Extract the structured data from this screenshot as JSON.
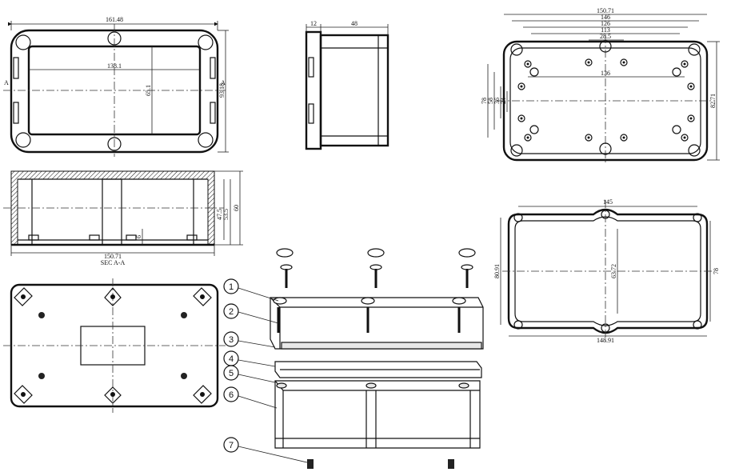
{
  "top_view": {
    "width": "161.48",
    "inner_width": "138.1",
    "inner_height": "65.1",
    "height": "93.18",
    "section_mark": "A"
  },
  "side_view": {
    "lid_depth": "12",
    "body_depth": "48"
  },
  "section_view": {
    "height": "60",
    "inner_depth_a": "47.5",
    "inner_depth_b": "53.5",
    "base": "6",
    "length": "150.71",
    "caption": "SEC A-A"
  },
  "back_view": {
    "dims_top": [
      "150.71",
      "146",
      "126",
      "113",
      "28.5"
    ],
    "dim_mid": "136",
    "dims_left": [
      "78",
      "58",
      "36",
      "24"
    ],
    "dim_right": "82.71"
  },
  "gasket_view": {
    "width_top": "145",
    "height_left": "80.91",
    "inner_height": "63.72",
    "height_right": "78",
    "width_bottom": "148.91"
  },
  "exploded_view": {
    "callouts": [
      "1",
      "2",
      "3",
      "4",
      "5",
      "6",
      "7"
    ]
  }
}
